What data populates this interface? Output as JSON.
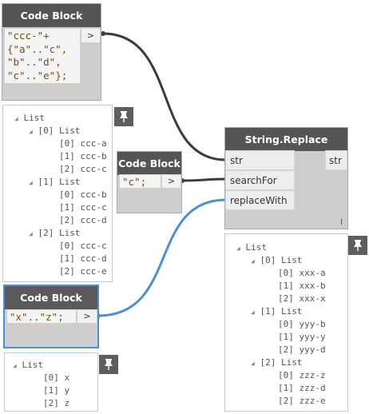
{
  "nodes": {
    "code_block_1": {
      "title": "Code Block",
      "code_lines": [
        "\"ccc-\"+",
        "{\"a\"..\"c\",",
        "\"b\"..\"d\",",
        "\"c\"..\"e\"};"
      ],
      "output_glyph": ">"
    },
    "code_block_2": {
      "title": "Code Block",
      "code_lines": [
        "\"c\";"
      ],
      "output_glyph": ">"
    },
    "code_block_3": {
      "title": "Code Block",
      "code_lines": [
        "\"x\"..\"z\";"
      ],
      "output_glyph": ">"
    },
    "string_replace": {
      "title": "String.Replace",
      "inputs": [
        "str",
        "searchFor",
        "replaceWith"
      ],
      "output": "str",
      "lacing": "l"
    }
  },
  "watch_1": {
    "root": "List",
    "groups": [
      {
        "label": "[0] List",
        "items": [
          "[0] ccc-a",
          "[1] ccc-b",
          "[2] ccc-c"
        ]
      },
      {
        "label": "[1] List",
        "items": [
          "[0] ccc-b",
          "[1] ccc-c",
          "[2] ccc-d"
        ]
      },
      {
        "label": "[2] List",
        "items": [
          "[0] ccc-c",
          "[1] ccc-d",
          "[2] ccc-e"
        ]
      }
    ]
  },
  "watch_2": {
    "root": "List",
    "groups": [
      {
        "label": "[0] List",
        "items": [
          "[0] xxx-a",
          "[1] xxx-b",
          "[2] xxx-x"
        ]
      },
      {
        "label": "[1] List",
        "items": [
          "[0] yyy-b",
          "[1] yyy-y",
          "[2] yyy-d"
        ]
      },
      {
        "label": "[2] List",
        "items": [
          "[0] zzz-z",
          "[1] zzz-d",
          "[2] zzz-e"
        ]
      }
    ]
  },
  "watch_3": {
    "root": "List",
    "items": [
      "[0] x",
      "[1] y",
      "[2] z"
    ]
  },
  "colors": {
    "wire_dark": "#3c3c3c",
    "wire_selected": "#4a90d9",
    "header": "#555555",
    "code_text": "#7a4a12"
  }
}
